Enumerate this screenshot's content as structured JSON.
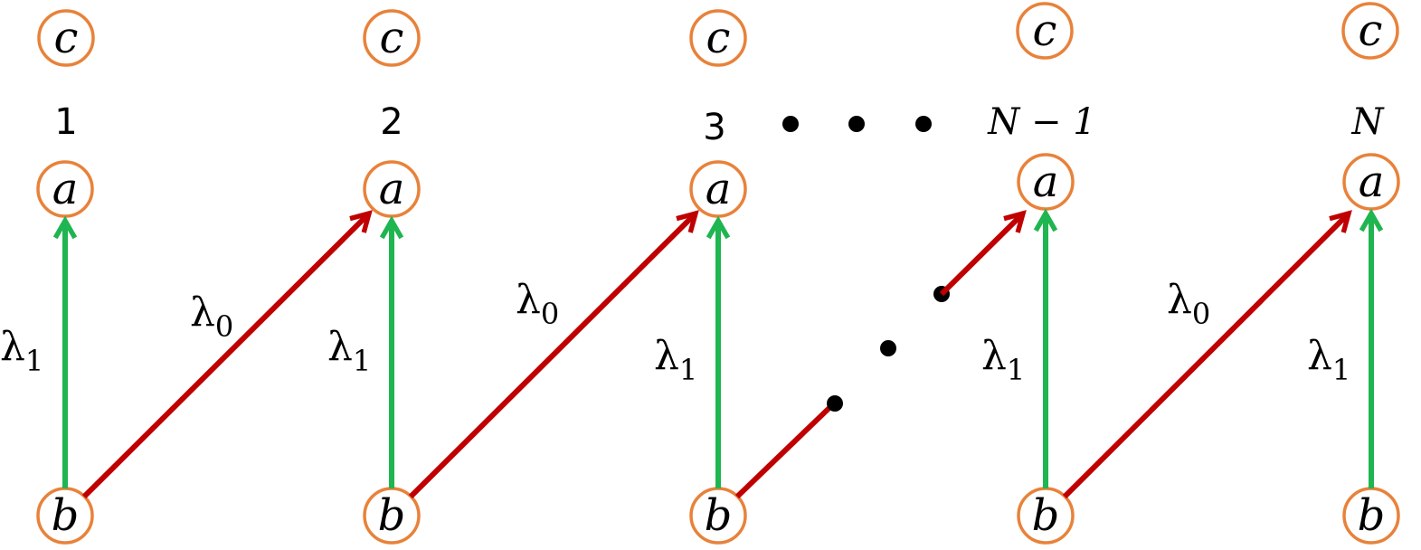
{
  "node_letters": {
    "top": "c",
    "middle": "a",
    "bottom": "b"
  },
  "sites": [
    {
      "label": "1"
    },
    {
      "label": "2"
    },
    {
      "label": "3"
    },
    {
      "label": "N − 1"
    },
    {
      "label": "N"
    }
  ],
  "couplings": {
    "vertical": "λ",
    "vertical_sub": "1",
    "diagonal": "λ",
    "diagonal_sub": "0"
  },
  "colors": {
    "node_stroke": "#e8823a",
    "vertical_arrow": "#1fb550",
    "diagonal_arrow": "#c00000"
  }
}
